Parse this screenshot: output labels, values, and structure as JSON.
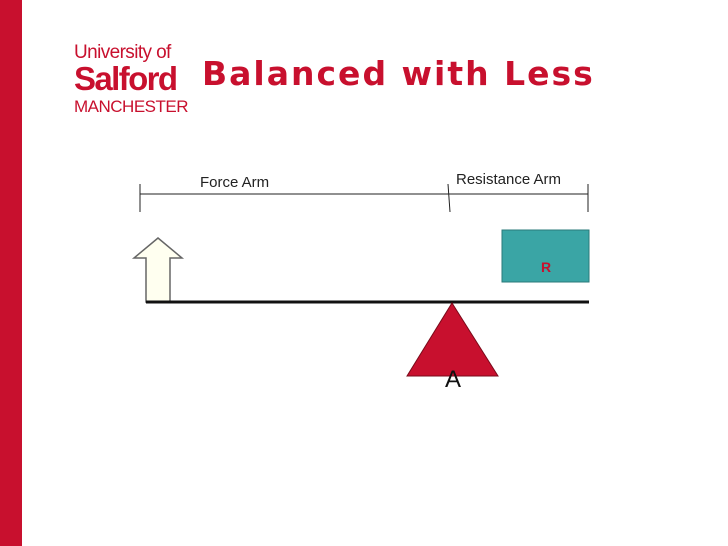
{
  "colors": {
    "brand": "#c8102e",
    "box": "#3aa5a5",
    "arrow": "#fffff0"
  },
  "logo": {
    "line1": "University of",
    "line2": "Salford",
    "line3": "MANCHESTER"
  },
  "title": "Balanced with Less",
  "diagram": {
    "force_arm_label": "Force Arm",
    "resistance_arm_label": "Resistance Arm",
    "resistance_label": "R",
    "fulcrum_label": "A"
  }
}
